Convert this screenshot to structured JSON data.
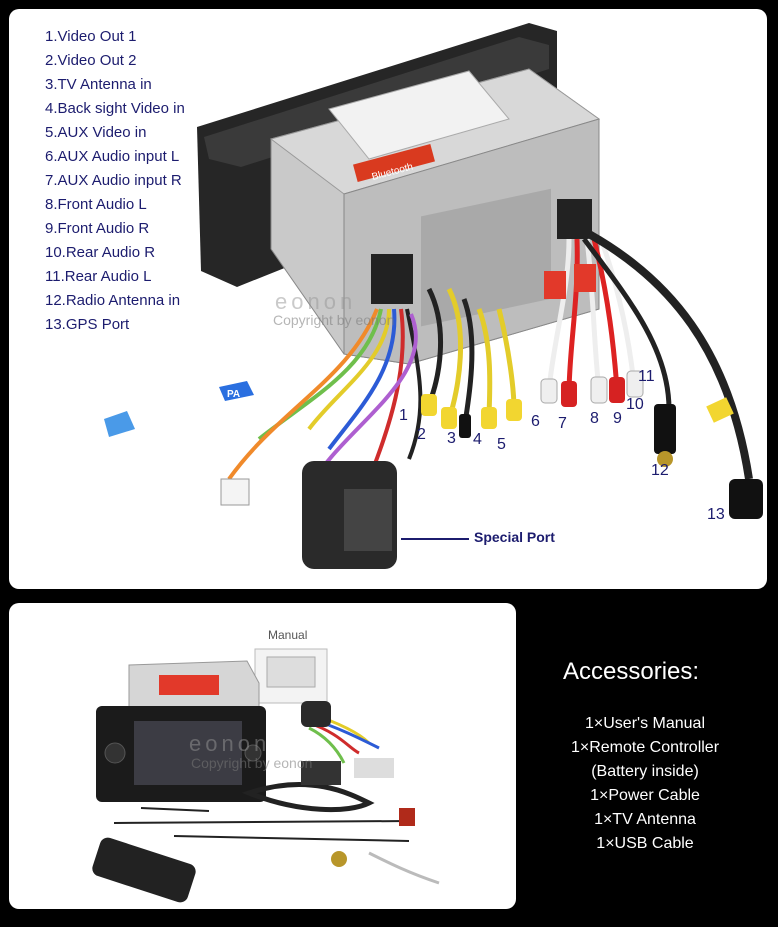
{
  "ports": [
    "1.Video Out 1",
    "2.Video Out 2",
    "3.TV Antenna in",
    "4.Back sight Video in",
    "5.AUX Video in",
    "6.AUX Audio input L",
    "7.AUX Audio input R",
    "8.Front Audio L",
    "9.Front Audio R",
    "10.Rear Audio R",
    "11.Rear Audio L",
    "12.Radio Antenna in",
    "13.GPS Port"
  ],
  "callouts": [
    "1",
    "2",
    "3",
    "4",
    "5",
    "6",
    "7",
    "8",
    "9",
    "10",
    "11",
    "12",
    "13"
  ],
  "special_port_label": "Special Port",
  "watermark": {
    "logo": "eonon",
    "copyright": "Copyright by eonon"
  },
  "manual_label": "Manual",
  "accessories": {
    "title": "Accessories:",
    "items": [
      "1×User's Manual",
      "1×Remote Controller",
      "(Battery inside)",
      "1×Power Cable",
      "1×TV Antenna",
      "1×USB Cable"
    ]
  },
  "unit_labels": {
    "sticker": "Bluetooth",
    "tag": "PA"
  }
}
